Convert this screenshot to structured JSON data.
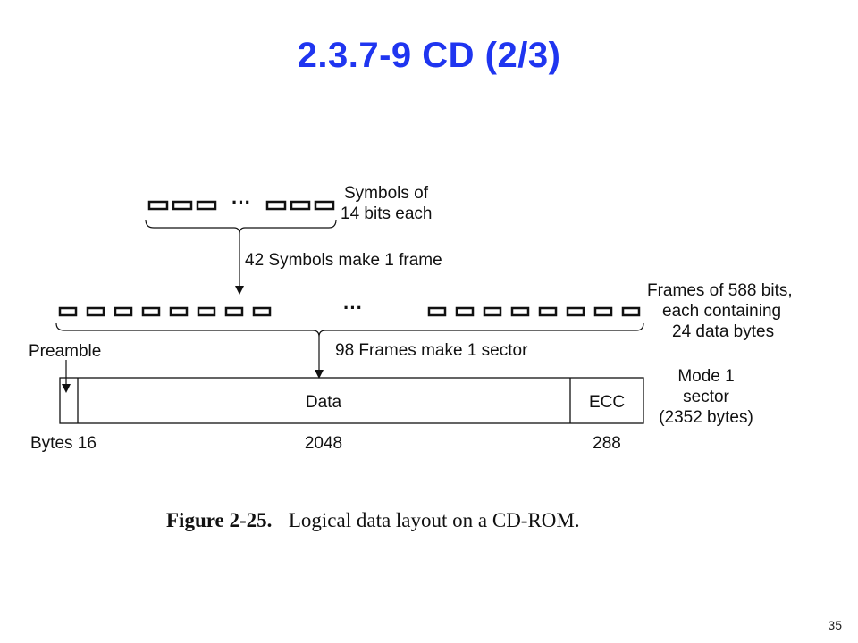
{
  "slide": {
    "title": "2.3.7-9  CD (2/3)",
    "page_number": "35"
  },
  "diagram": {
    "symbols_label_line1": "Symbols of",
    "symbols_label_line2": "14 bits each",
    "symbols_ellipsis": "···",
    "symbols_brace_label": "42 Symbols make 1 frame",
    "frames_ellipsis": "···",
    "frames_label_line1": "Frames of 588 bits,",
    "frames_label_line2": "each containing",
    "frames_label_line3": "24 data bytes",
    "frames_brace_label": "98 Frames make 1 sector",
    "preamble_label": "Preamble",
    "data_label": "Data",
    "ecc_label": "ECC",
    "sector_label_line1": "Mode 1",
    "sector_label_line2": "sector",
    "sector_label_line3": "(2352 bytes)",
    "bytes_prefix": "Bytes 16",
    "bytes_data": "2048",
    "bytes_ecc": "288"
  },
  "caption": {
    "figure_number": "Figure 2-25.",
    "text": "Logical data layout on a CD-ROM."
  }
}
